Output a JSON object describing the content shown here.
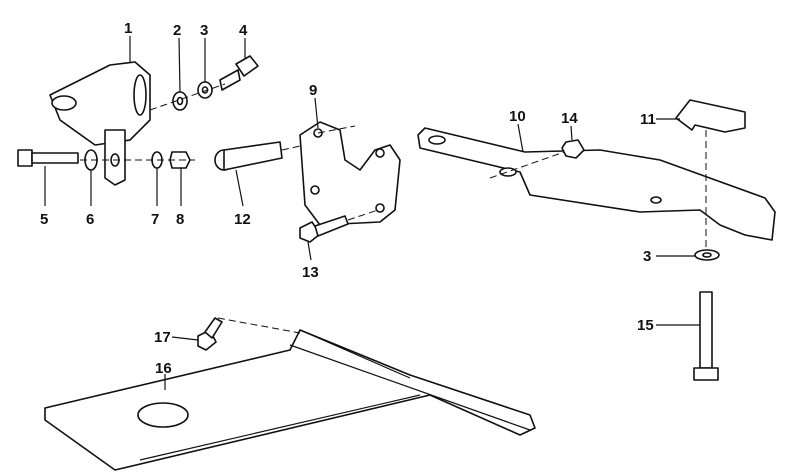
{
  "diagram": {
    "type": "exploded parts diagram",
    "callouts": [
      {
        "id": "c1",
        "label": "1"
      },
      {
        "id": "c2",
        "label": "2"
      },
      {
        "id": "c3a",
        "label": "3"
      },
      {
        "id": "c4",
        "label": "4"
      },
      {
        "id": "c5",
        "label": "5"
      },
      {
        "id": "c6",
        "label": "6"
      },
      {
        "id": "c7",
        "label": "7"
      },
      {
        "id": "c8",
        "label": "8"
      },
      {
        "id": "c9",
        "label": "9"
      },
      {
        "id": "c10",
        "label": "10"
      },
      {
        "id": "c11",
        "label": "11"
      },
      {
        "id": "c12",
        "label": "12"
      },
      {
        "id": "c13",
        "label": "13"
      },
      {
        "id": "c14",
        "label": "14"
      },
      {
        "id": "c3b",
        "label": "3"
      },
      {
        "id": "c15",
        "label": "15"
      },
      {
        "id": "c16",
        "label": "16"
      },
      {
        "id": "c17",
        "label": "17"
      }
    ]
  }
}
